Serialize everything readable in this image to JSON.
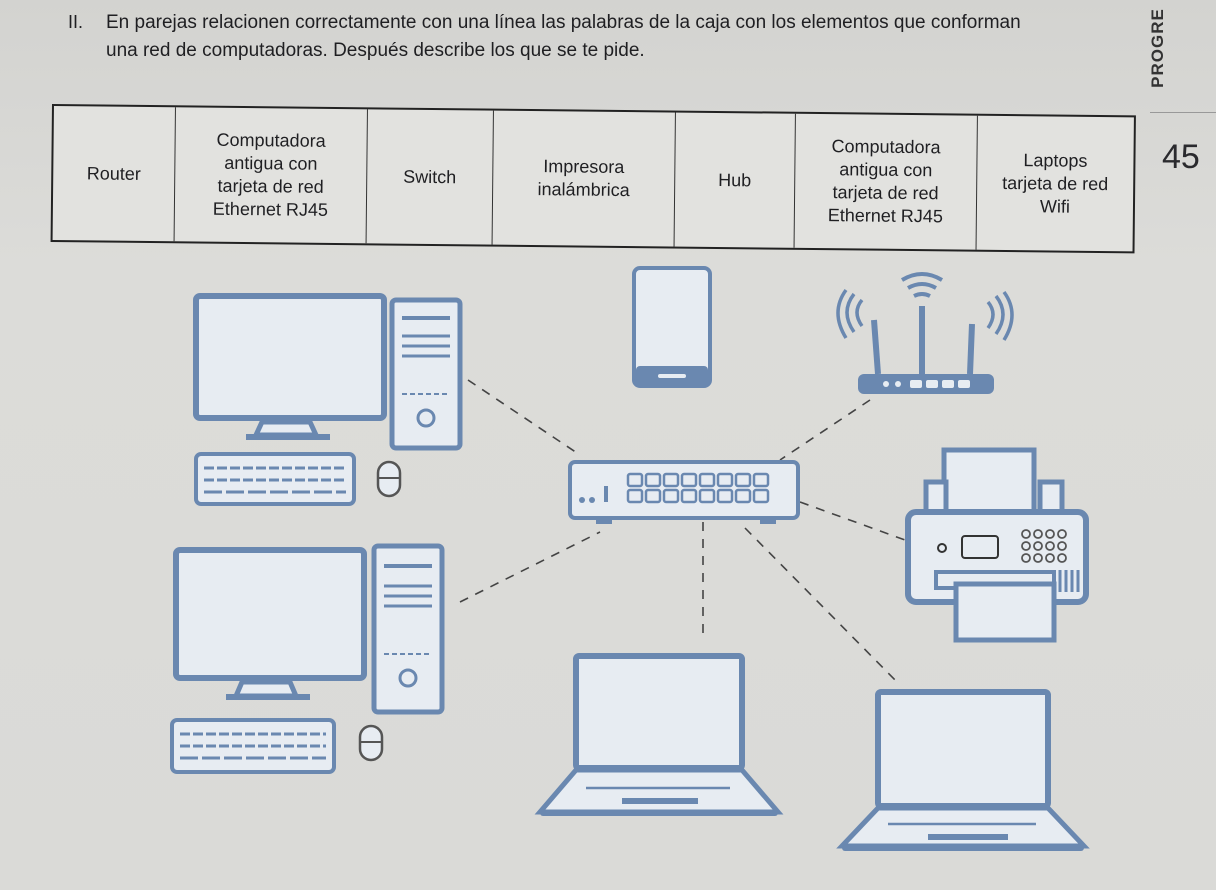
{
  "exercise": {
    "number": "II.",
    "line1": "En parejas relacionen correctamente con una línea las palabras de la caja con los elementos que conforman",
    "line2": "una red de computadoras. Después describe los que se te pide."
  },
  "side_label": "PROGRE",
  "page_number": "45",
  "word_box": {
    "words": [
      "Router",
      "Computadora\nantigua con\ntarjeta de red\nEthernet RJ45",
      "Switch",
      "Impresora\ninalámbrica",
      "Hub",
      "Computadora\nantigua con\ntarjeta de red\nEthernet RJ45",
      "Laptops\ntarjeta de red\nWifi"
    ]
  },
  "colors": {
    "device_stroke": "#6a88b0",
    "device_fill": "#e7ecf2",
    "dash": "#444444"
  },
  "icons": [
    "desktop-computer-icon",
    "smartphone-icon",
    "wifi-router-icon",
    "network-switch-icon",
    "printer-icon",
    "laptop-icon"
  ]
}
